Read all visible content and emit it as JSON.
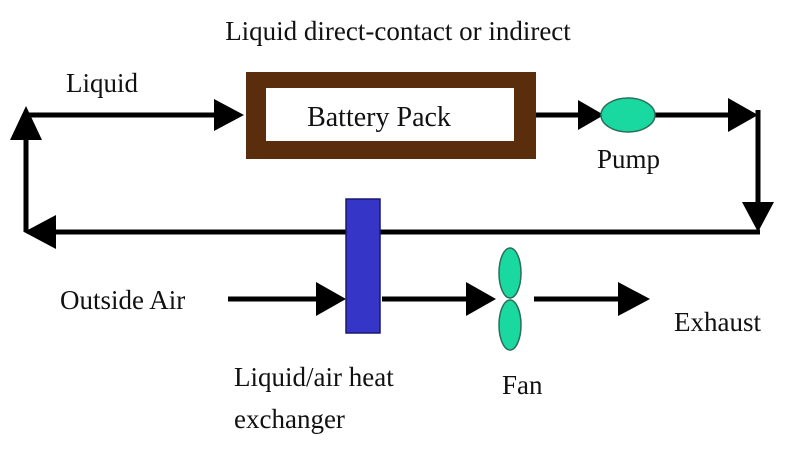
{
  "title": "Liquid direct-contact or indirect",
  "labels": {
    "liquid": "Liquid",
    "battery_pack": "Battery Pack",
    "pump": "Pump",
    "outside_air": "Outside Air",
    "exhaust": "Exhaust",
    "heat_exchanger_line1": "Liquid/air heat",
    "heat_exchanger_line2": "exchanger",
    "fan": "Fan"
  },
  "colors": {
    "battery_frame": "#5a2e0c",
    "pump_fill": "#1ad9a0",
    "fan_fill": "#1ad9a0",
    "heat_exchanger_fill": "#3535c8",
    "line": "#000000"
  }
}
